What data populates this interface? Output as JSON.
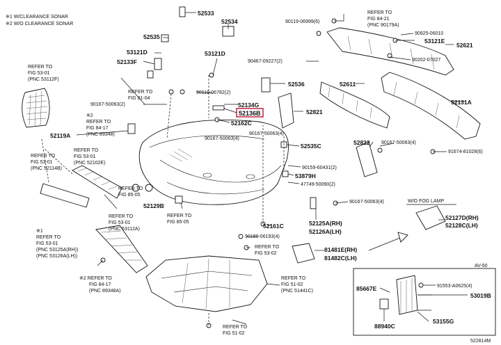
{
  "notes": {
    "n1": "※1 W/CLEARANCE SONAR",
    "n2": "※2 W/O CLEARANCE SONAR"
  },
  "refs": {
    "r_53_01_a_1": "REFER TO",
    "r_53_01_a_2": "FIG 53-01",
    "r_53_01_a_3": "(PNC 53112F)",
    "r_81_04_1": "REFER TO",
    "r_81_04_2": "FIG 81-04",
    "r_84_17_1": "REFER TO",
    "r_84_17_2": "FIG 84-17",
    "r_84_17_3": "(PNC 89348)",
    "r_84_17_mark": "※2",
    "r_53_01_b_1": "REFER TO",
    "r_53_01_b_2": "FIG 53-01",
    "r_53_01_b_3": "(PNC 52114B)",
    "r_53_01_c_1": "REFER TO",
    "r_53_01_c_2": "FIG 53-01",
    "r_53_01_c_3": "(PNC 52102E)",
    "r_85_05_a_1": "REFER TO",
    "r_85_05_a_2": "FIG 85-05",
    "r_85_05_b_1": "REFER TO",
    "r_85_05_b_2": "FIG 85-05",
    "r_53_01_d_1": "REFER TO",
    "r_53_01_d_2": "FIG 53-01",
    "r_53_01_d_3": "(PNC 53112A)",
    "r_53_01_e_mark": "※1",
    "r_53_01_e_1": "REFER TO",
    "r_53_01_e_2": "FIG 53-01",
    "r_53_01_e_3": "(PNC 53125A(RH))",
    "r_53_01_e_4": "(PNC 53126A(LH))",
    "r_84_17_b_1": "※2 REFER TO",
    "r_84_17_b_2": "FIG 84-17",
    "r_84_17_b_3": "(PNC 89348A)",
    "r_53_02_1": "REFER TO",
    "r_53_02_2": "FIG 53-02",
    "r_51_02_a_1": "REFER TO",
    "r_51_02_a_2": "FIG 51-02",
    "r_51_02_a_3": "(PNC 51441C)",
    "r_51_02_b_1": "REFER TO",
    "r_51_02_b_2": "FIG 51-02",
    "r_84_21_1": "REFER TO",
    "r_84_21_2": "FIG 84-21",
    "r_84_21_3": "(PNC 90179A)"
  },
  "parts": {
    "p52533": "52533",
    "p52534": "52534",
    "p52535": "52535",
    "p53121D": "53121D",
    "p52133F": "52133F",
    "p53121D_b": "53121D",
    "p90119_06782": "90119-06782(2)",
    "p52536": "52536",
    "p52134G": "52134G",
    "p52136B": "52136B",
    "p52162C": "52162C",
    "p52821": "52821",
    "p90167_50063_2": "90167-50063(2)",
    "p52119A": "52119A",
    "p90167_50063_4a": "90167-50063(4)",
    "p90167_50063_4b": "90167-50063(4)",
    "p52535C": "52535C",
    "p90159_60431": "90159-60431(2)",
    "p53879H": "53879H",
    "p47749_50090": "47749-50090(2)",
    "p52129B": "52129B",
    "p90167_50063_4c": "90167-50063(4)",
    "p52161C": "52161C",
    "p90189_06193": "90189-06193(4)",
    "p52125A": "52125A(RH)",
    "p52126A": "52126A(LH)",
    "p81481E": "81481E(RH)",
    "p81482C": "81482C(LH)",
    "p90119_06999": "90119-06999(6)",
    "p90925_06010": "90925-06010",
    "p53121E": "53121E",
    "p52621": "52621",
    "p90467_09227": "90467-09227(2)",
    "p90202_07027": "90202-07027",
    "p52611": "52611",
    "p52131A": "52131A",
    "p52822": "52822",
    "p90167_50063_4d": "90167-50063(4)",
    "p91674_81028": "91674-81028(6)",
    "fog_title": "W/O FOG LAMP",
    "p52127D": "52127D(RH)",
    "p52128C": "52128C(LH)",
    "av_title": "AV-50",
    "p85667E": "85667E",
    "p91553_A0625": "91553-A0625(4)",
    "p53019B": "53019B",
    "p53155G": "53155G",
    "p88940C": "88940C"
  },
  "footer": {
    "code": "522814M"
  }
}
